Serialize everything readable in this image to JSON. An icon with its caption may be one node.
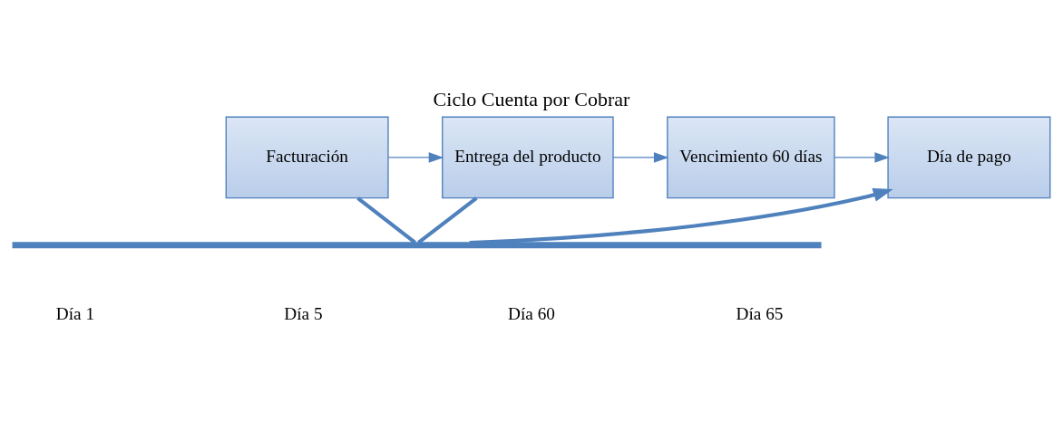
{
  "diagram": {
    "title": "Ciclo Cuenta por Cobrar",
    "nodes": [
      {
        "text": [
          "Facturación"
        ]
      },
      {
        "text": [
          "Entrega del producto"
        ]
      },
      {
        "text": [
          "Vencimiento 60 días"
        ]
      },
      {
        "text": [
          "Día de pago"
        ]
      },
      {
        "text": [],
        "shape": "bar"
      }
    ],
    "edges": [
      {
        "from": 0,
        "to": 1,
        "arrow": "to"
      },
      {
        "from": 1,
        "to": 2,
        "arrow": "to"
      },
      {
        "from": 2,
        "to": 3,
        "arrow": "to"
      },
      {
        "from": 0,
        "to": 4,
        "arrow": "none",
        "style": "thick"
      },
      {
        "from": 1,
        "to": 4,
        "arrow": "none",
        "style": "thick"
      },
      {
        "from": 4,
        "to": 3,
        "arrow": "to",
        "style": "thick"
      }
    ],
    "labels": [
      "Día 1",
      "Día 5",
      "Día 60",
      "Día 65"
    ]
  }
}
